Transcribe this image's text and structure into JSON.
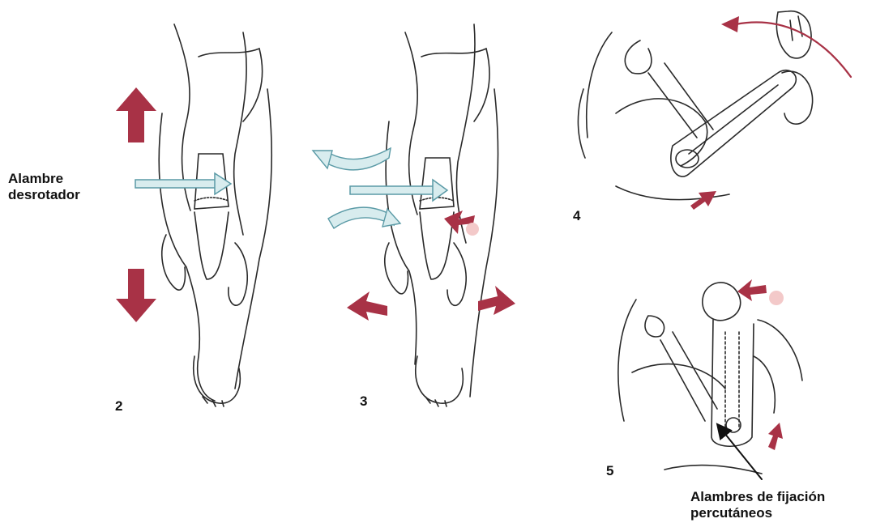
{
  "labels": {
    "wire_derotator_line1": "Alambre",
    "wire_derotator_line2": "desrotador",
    "fixation_wires_line1": "Alambres de fijación",
    "fixation_wires_line2": "percutáneos"
  },
  "steps": [
    "2",
    "3",
    "4",
    "5"
  ],
  "colors": {
    "force_arrow": "#a83246",
    "wire_arrow_fill": "#d8ecee",
    "wire_arrow_stroke": "#5a9aa6",
    "line_art": "#2a2a2a"
  }
}
